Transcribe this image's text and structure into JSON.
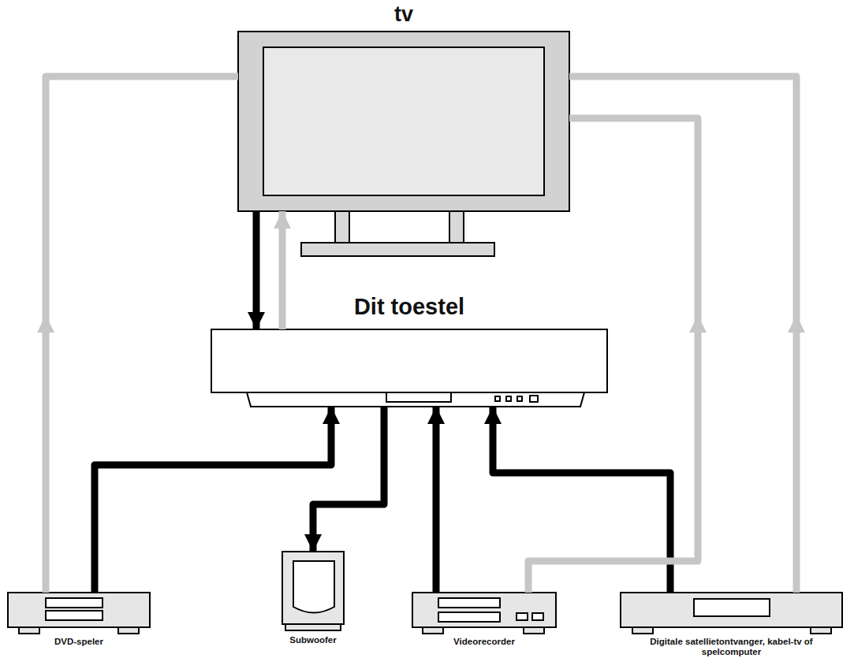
{
  "diagram": {
    "nodes": [
      {
        "text": [
          "tv"
        ]
      },
      {
        "text": [
          "Dit toestel"
        ]
      },
      {
        "text": [
          "DVD-speler"
        ]
      },
      {
        "text": [
          "Subwoofer"
        ]
      },
      {
        "text": [
          "Videorecorder"
        ]
      },
      {
        "text": [
          "Digitale satellietontvanger, kabel-tv of spelcomputer"
        ]
      }
    ],
    "edges": [
      {
        "from": 0,
        "to": 1,
        "arrow": "to"
      },
      {
        "from": 1,
        "to": 0,
        "arrow": "to"
      },
      {
        "from": 2,
        "to": 1,
        "arrow": "to"
      },
      {
        "from": 1,
        "to": 3,
        "arrow": "to"
      },
      {
        "from": 4,
        "to": 1,
        "arrow": "to"
      },
      {
        "from": 5,
        "to": 1,
        "arrow": "to"
      },
      {
        "from": 2,
        "to": 0,
        "arrow": "to"
      },
      {
        "from": 4,
        "to": 0,
        "arrow": "to"
      },
      {
        "from": 5,
        "to": 0,
        "arrow": "to"
      }
    ]
  }
}
